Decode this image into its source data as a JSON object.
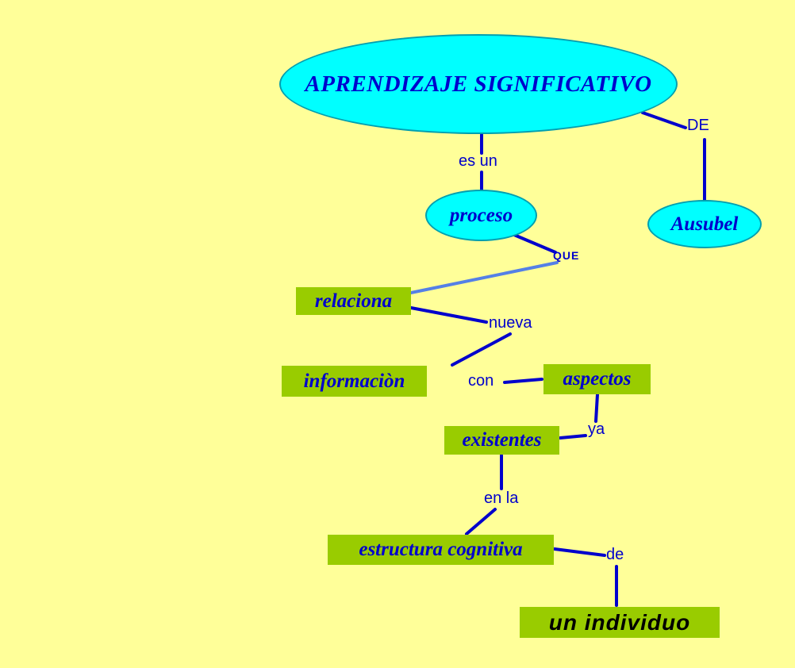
{
  "colors": {
    "background": "#FFFF99",
    "ellipse_fill": "#00FFFF",
    "box_fill": "#99CC00",
    "text_blue": "#0000CC",
    "line": "#0000CC",
    "line_light": "#5580E6",
    "text_black": "#000000"
  },
  "nodes": {
    "title": "APRENDIZAJE SIGNIFICATIVO",
    "proceso": "proceso",
    "ausubel": "Ausubel",
    "relaciona": "relaciona",
    "informacion": "informaciòn",
    "aspectos": "aspectos",
    "existentes": "existentes",
    "estructura": "estructura cognitiva",
    "individuo": "un individuo"
  },
  "links": {
    "es_un": "es un",
    "de_ausubel": "DE",
    "que": "QUE",
    "nueva": "nueva",
    "con": "con",
    "ya": "ya",
    "en_la": "en la",
    "de_individuo": "de"
  }
}
